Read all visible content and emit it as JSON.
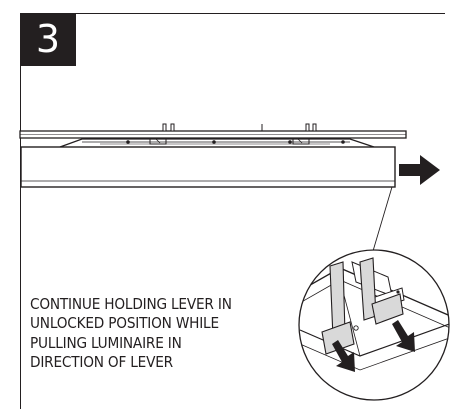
{
  "step": {
    "number": "3"
  },
  "instruction": {
    "lines": [
      "CONTINUE HOLDING LEVER IN",
      "UNLOCKED POSITION WHILE",
      "PULLING LUMINAIRE IN",
      "DIRECTION OF LEVER"
    ]
  },
  "colors": {
    "ink": "#231f20",
    "paper": "#ffffff"
  },
  "icons": {
    "pull_arrow": "arrow-right-icon",
    "detail_arrows": "arrow-down-icon"
  }
}
